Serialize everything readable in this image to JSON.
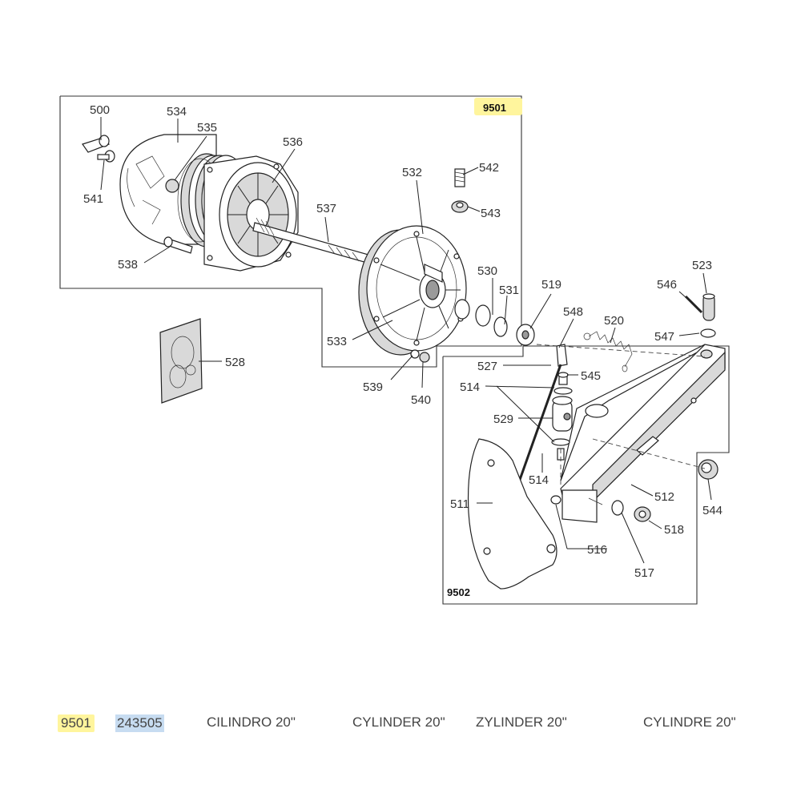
{
  "group_labels": {
    "top": "9501",
    "bottom": "9502"
  },
  "highlight_colors": {
    "yellow": "#fff59d",
    "blue": "#c7dcf1"
  },
  "parts": {
    "p500": "500",
    "p534": "534",
    "p535": "535",
    "p536": "536",
    "p541": "541",
    "p537": "537",
    "p532": "532",
    "p542": "542",
    "p543": "543",
    "p538": "538",
    "p530": "530",
    "p531": "531",
    "p519": "519",
    "p523": "523",
    "p546": "546",
    "p548": "548",
    "p520": "520",
    "p547": "547",
    "p533": "533",
    "p528": "528",
    "p527": "527",
    "p545": "545",
    "p514a": "514",
    "p539": "539",
    "p540": "540",
    "p529": "529",
    "p514b": "514",
    "p512": "512",
    "p544": "544",
    "p511": "511",
    "p518": "518",
    "p516": "516",
    "p517": "517"
  },
  "footer": {
    "group": "9501",
    "part_number": "243505",
    "it": "CILINDRO 20\"",
    "en": "CYLINDER 20\"",
    "de": "ZYLINDER 20\"",
    "fr": "CYLINDRE 20\""
  }
}
